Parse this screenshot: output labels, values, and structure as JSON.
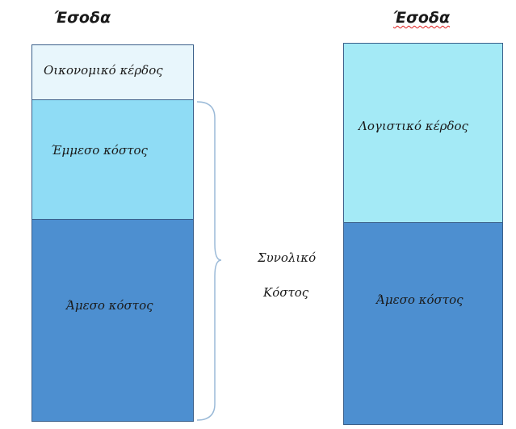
{
  "left_column": {
    "heading": "Έσοδα",
    "blocks": {
      "economic_profit": {
        "label": "Οικονομικό κέρδος",
        "color": "#e8f6fc"
      },
      "indirect_cost": {
        "label": "Έμμεσο κόστος",
        "color": "#8fdcf5"
      },
      "direct_cost": {
        "label": "Άμεσο κόστος",
        "color": "#4d8fd0"
      }
    }
  },
  "right_column": {
    "heading": "Έσοδα",
    "blocks": {
      "accounting_profit": {
        "label": "Λογιστικό κέρδος",
        "color": "#a4eaf6"
      },
      "direct_cost": {
        "label": "Άμεσο κόστος",
        "color": "#4d8fd0"
      }
    }
  },
  "brace_label": {
    "line1": "Συνολικό",
    "line2": "Κόστος"
  },
  "colors": {
    "border": "#3a5f8a",
    "brace": "#9bbad8"
  }
}
